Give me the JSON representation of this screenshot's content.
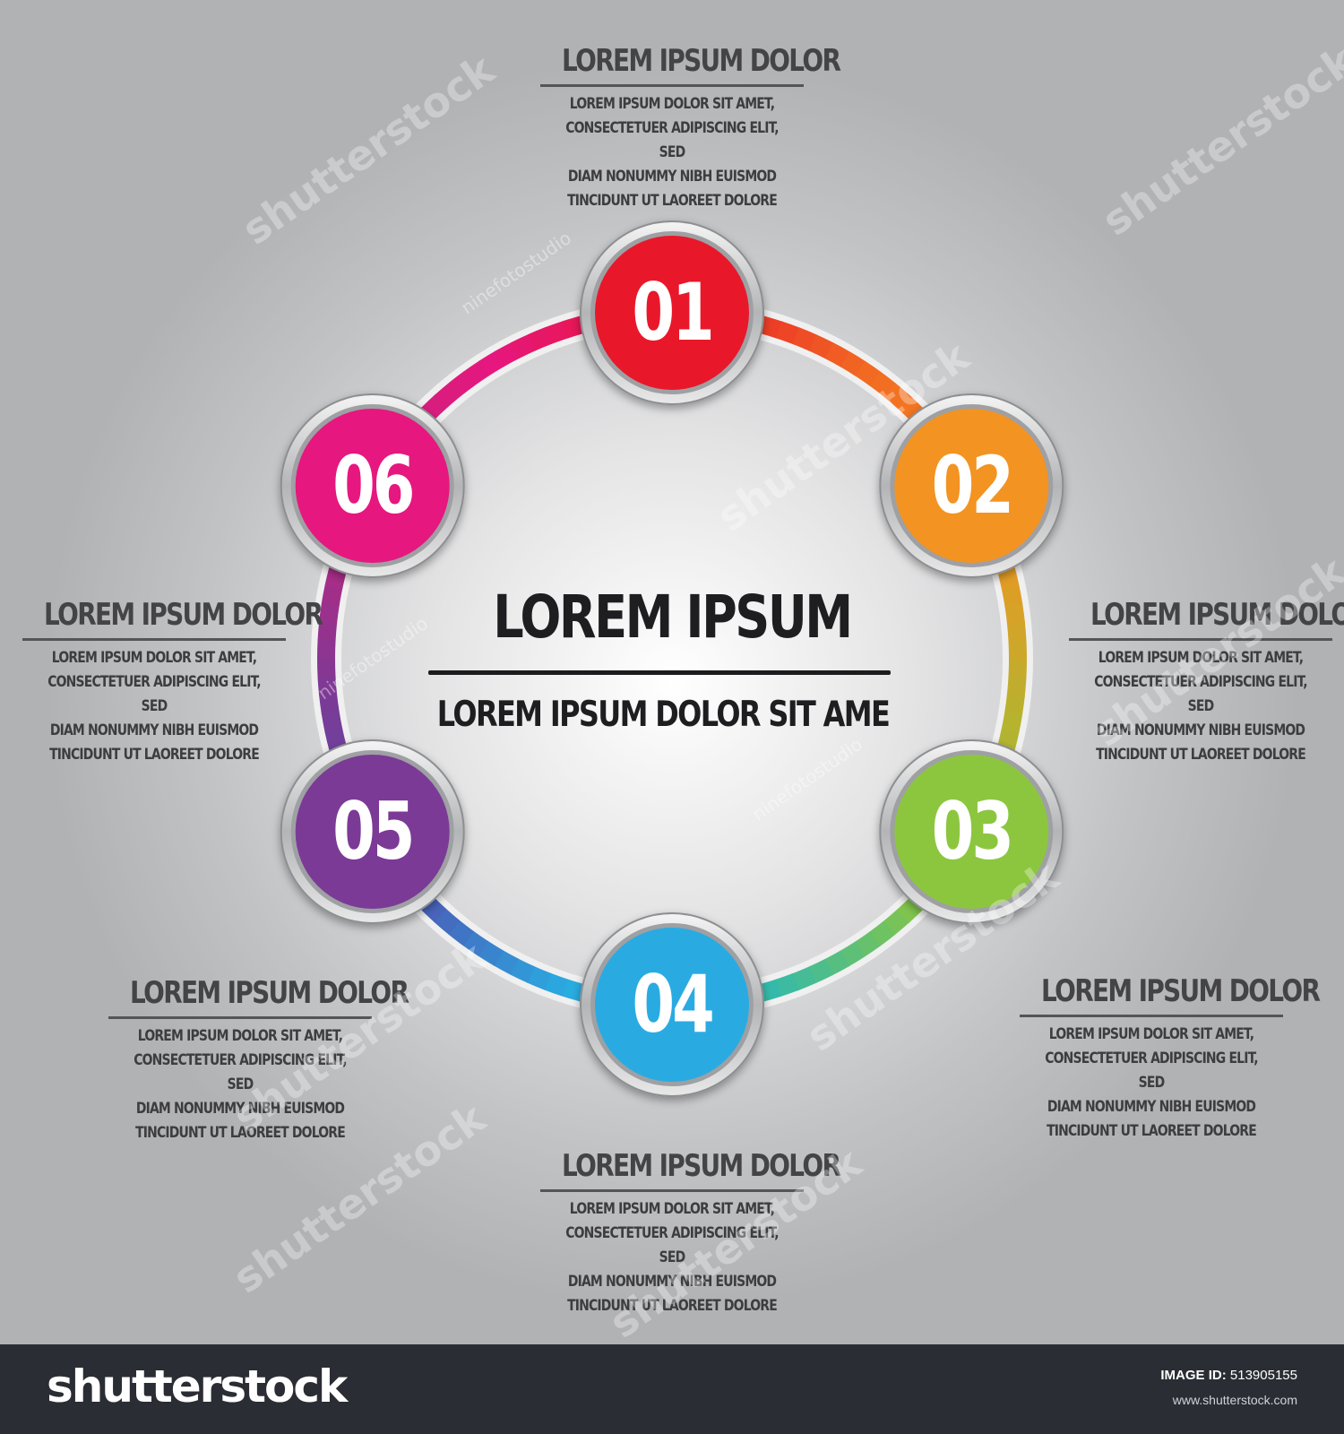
{
  "center": {
    "title": "LOREM IPSUM",
    "subtitle": "LOREM IPSUM DOLOR SIT AME"
  },
  "steps": [
    {
      "number": "01",
      "color": "#e8182a"
    },
    {
      "number": "02",
      "color": "#f39321"
    },
    {
      "number": "03",
      "color": "#8cc63f"
    },
    {
      "number": "04",
      "color": "#29abe2"
    },
    {
      "number": "05",
      "color": "#7b3a96"
    },
    {
      "number": "06",
      "color": "#e6177f"
    }
  ],
  "ring_gradient": [
    "#e8182a",
    "#f26a22",
    "#f39321",
    "#b7b22f",
    "#8cc63f",
    "#2fb9b0",
    "#29abe2",
    "#5050b0",
    "#7b3a96",
    "#c2267f",
    "#e6177f",
    "#e8182a"
  ],
  "blocks": [
    {
      "title": "LOREM IPSUM DOLOR",
      "body": "LOREM IPSUM DOLOR SIT AMET,\nCONSECTETUER ADIPISCING ELIT, SED\nDIAM NONUMMY NIBH EUISMOD\nTINCIDUNT UT LAOREET DOLORE"
    },
    {
      "title": "LOREM IPSUM DOLOR",
      "body": "LOREM IPSUM DOLOR SIT AMET,\nCONSECTETUER ADIPISCING ELIT, SED\nDIAM NONUMMY NIBH EUISMOD\nTINCIDUNT UT LAOREET DOLORE"
    },
    {
      "title": "LOREM IPSUM DOLOR",
      "body": "LOREM IPSUM DOLOR SIT AMET,\nCONSECTETUER ADIPISCING ELIT, SED\nDIAM NONUMMY NIBH EUISMOD\nTINCIDUNT UT LAOREET DOLORE"
    },
    {
      "title": "LOREM IPSUM DOLOR",
      "body": "LOREM IPSUM DOLOR SIT AMET,\nCONSECTETUER ADIPISCING ELIT, SED\nDIAM NONUMMY NIBH EUISMOD\nTINCIDUNT UT LAOREET DOLORE"
    },
    {
      "title": "LOREM IPSUM DOLOR",
      "body": "LOREM IPSUM DOLOR SIT AMET,\nCONSECTETUER ADIPISCING ELIT, SED\nDIAM NONUMMY NIBH EUISMOD\nTINCIDUNT UT LAOREET DOLORE"
    },
    {
      "title": "LOREM IPSUM DOLOR",
      "body": "LOREM IPSUM DOLOR SIT AMET,\nCONSECTETUER ADIPISCING ELIT, SED\nDIAM NONUMMY NIBH EUISMOD\nTINCIDUNT UT LAOREET DOLORE"
    }
  ],
  "watermark": {
    "brand": "shutterstock",
    "contributor": "ninefotostudio"
  },
  "footer": {
    "logo": "shutterstock",
    "image_id_label": "IMAGE ID:",
    "image_id": "513905155",
    "url": "www.shutterstock.com"
  }
}
